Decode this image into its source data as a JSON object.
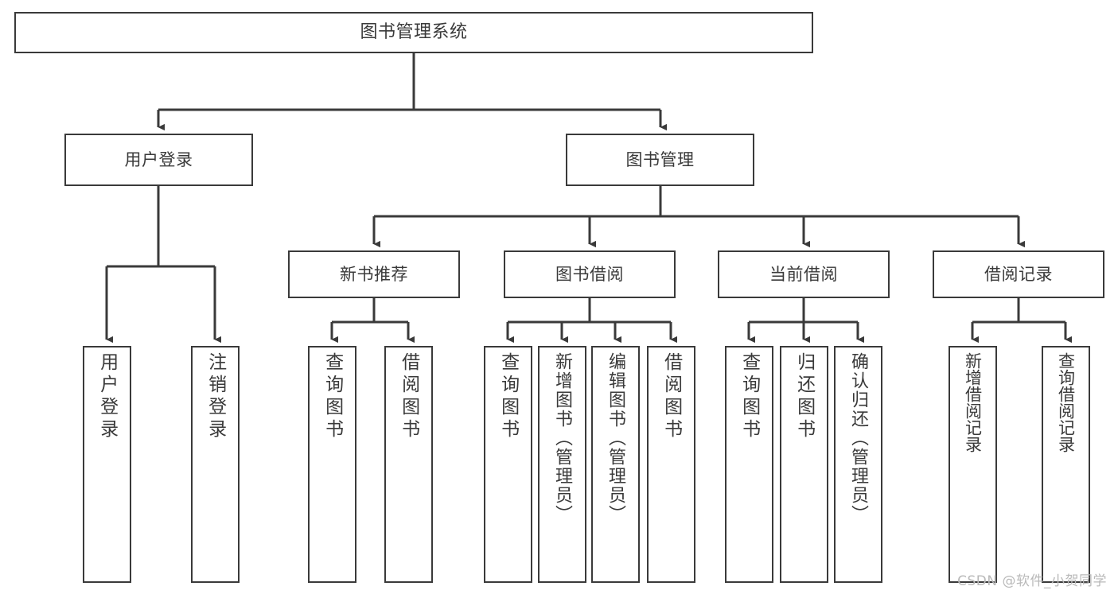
{
  "diagram": {
    "title": "图书管理系统",
    "type": "tree-hierarchy",
    "watermark": "CSDN @软件_小贺同学",
    "colors": {
      "background": "#ffffff",
      "node_border": "#3a3a3a",
      "node_fill": "#ffffff",
      "edge": "#3a3a3a",
      "text": "#3a3a3a",
      "watermark": "#b9b9b9"
    },
    "nodes": {
      "root": {
        "label": "图书管理系统"
      },
      "level1": [
        {
          "label": "用户登录"
        },
        {
          "label": "图书管理"
        }
      ],
      "level2": [
        {
          "label": "新书推荐"
        },
        {
          "label": "图书借阅"
        },
        {
          "label": "当前借阅"
        },
        {
          "label": "借阅记录"
        }
      ],
      "leaves_user_login": [
        {
          "label": "用户登录"
        },
        {
          "label": "注销登录"
        }
      ],
      "leaves_new_book": [
        {
          "label": "查询图书"
        },
        {
          "label": "借阅图书"
        }
      ],
      "leaves_borrow": [
        {
          "label": "查询图书"
        },
        {
          "label": "新增图书（管理员）"
        },
        {
          "label": "编辑图书（管理员）"
        },
        {
          "label": "借阅图书"
        }
      ],
      "leaves_current": [
        {
          "label": "查询图书"
        },
        {
          "label": "归还图书"
        },
        {
          "label": "确认归还（管理员）"
        }
      ],
      "leaves_records": [
        {
          "label": "新增借阅记录"
        },
        {
          "label": "查询借阅记录"
        }
      ]
    }
  }
}
